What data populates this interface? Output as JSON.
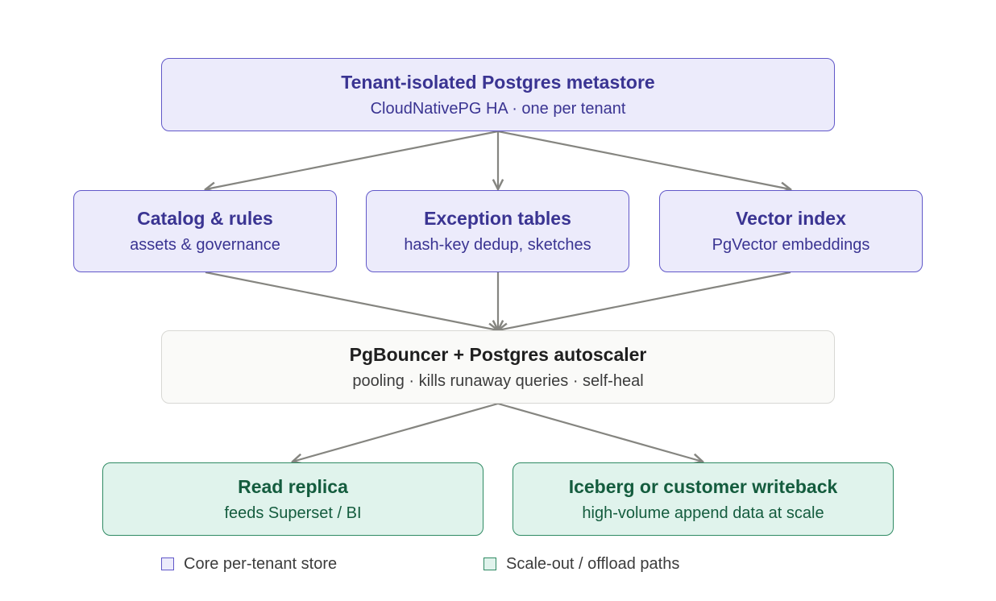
{
  "nodes": {
    "metastore": {
      "title": "Tenant-isolated Postgres metastore",
      "subtitle": "CloudNativePG HA · one per tenant"
    },
    "catalog": {
      "title": "Catalog & rules",
      "subtitle": "assets & governance"
    },
    "exceptions": {
      "title": "Exception tables",
      "subtitle": "hash-key dedup, sketches"
    },
    "vector": {
      "title": "Vector index",
      "subtitle": "PgVector embeddings"
    },
    "pgbouncer": {
      "title": "PgBouncer + Postgres autoscaler",
      "subtitle": "pooling · kills runaway queries · self-heal"
    },
    "replica": {
      "title": "Read replica",
      "subtitle": "feeds Superset / BI"
    },
    "iceberg": {
      "title": "Iceberg or customer writeback",
      "subtitle": "high-volume append data at scale"
    }
  },
  "legend": [
    {
      "label": "Core per-tenant store",
      "color": "#6158c9",
      "fill": "#ecebfb"
    },
    {
      "label": "Scale-out / offload paths",
      "color": "#2f8a63",
      "fill": "#e0f3ec"
    }
  ],
  "colors": {
    "core": "#6158c9",
    "neutral": "#d8d8d4",
    "offload": "#2f8a63",
    "edge": "#858580"
  }
}
